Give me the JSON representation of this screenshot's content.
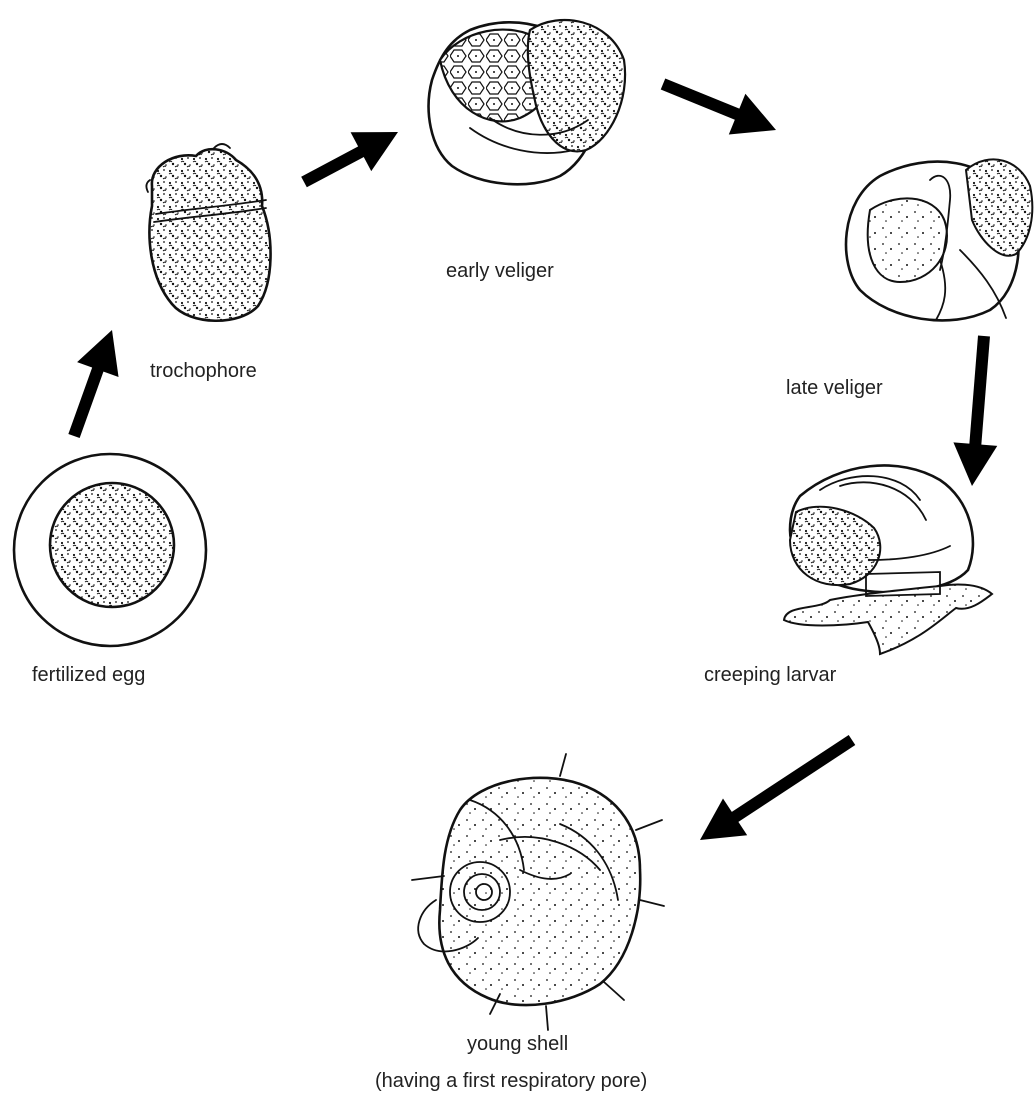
{
  "stages": [
    {
      "id": "fertilized-egg",
      "label": "fertilized egg"
    },
    {
      "id": "trochophore",
      "label": "trochophore"
    },
    {
      "id": "early-veliger",
      "label": "early veliger"
    },
    {
      "id": "late-veliger",
      "label": "late veliger"
    },
    {
      "id": "creeping-larvar",
      "label": "creeping larvar"
    },
    {
      "id": "young-shell",
      "label": "young shell",
      "note": "(having a first respiratory pore)"
    }
  ],
  "arrows": [
    {
      "from": "fertilized egg",
      "to": "trochophore"
    },
    {
      "from": "trochophore",
      "to": "early veliger"
    },
    {
      "from": "early veliger",
      "to": "late veliger"
    },
    {
      "from": "late veliger",
      "to": "creeping larvar"
    },
    {
      "from": "creeping larvar",
      "to": "young shell"
    }
  ],
  "colors": {
    "ink": "#111111",
    "arrow": "#000000",
    "background": "#ffffff"
  }
}
